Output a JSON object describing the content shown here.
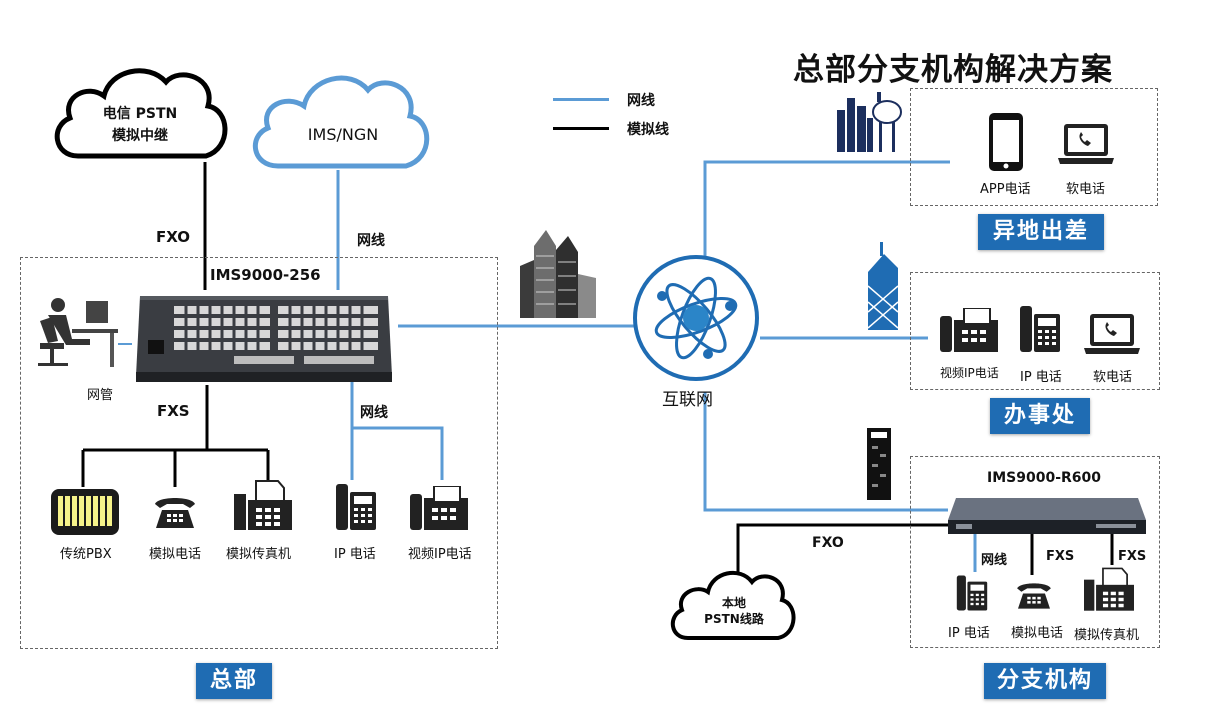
{
  "title": "总部分支机构解决方案",
  "legend": {
    "items": [
      {
        "label": "网线",
        "color": "#5b9bd5"
      },
      {
        "label": "模拟线",
        "color": "#000000"
      }
    ]
  },
  "clouds": {
    "pstn": {
      "line1": "电信 PSTN",
      "line2": "模拟中继"
    },
    "ims": {
      "label": "IMS/NGN"
    },
    "local_pstn": {
      "line1": "本地",
      "line2": "PSTN线路"
    }
  },
  "hq": {
    "badge": "总部",
    "device": "IMS9000-256",
    "fxo_label": "FXO",
    "fxs_label": "FXS",
    "uplink_label": "网线",
    "lan_label": "网线",
    "admin_label": "网管",
    "endpoints": [
      "传统PBX",
      "模拟电话",
      "模拟传真机",
      "IP 电话",
      "视频IP电话"
    ]
  },
  "internet": {
    "label": "互联网"
  },
  "travel": {
    "badge": "异地出差",
    "endpoints": [
      "APP电话",
      "软电话"
    ]
  },
  "office": {
    "badge": "办事处",
    "endpoints": [
      "视频IP电话",
      "IP 电话",
      "软电话"
    ]
  },
  "branch": {
    "badge": "分支机构",
    "device": "IMS9000-R600",
    "fxo_label": "FXO",
    "net_label": "网线",
    "fxs1_label": "FXS",
    "fxs2_label": "FXS",
    "endpoints": [
      "IP 电话",
      "模拟电话",
      "模拟传真机"
    ]
  },
  "colors": {
    "network": "#5b9bd5",
    "analog": "#000000",
    "badge": "#1f6cb3"
  }
}
